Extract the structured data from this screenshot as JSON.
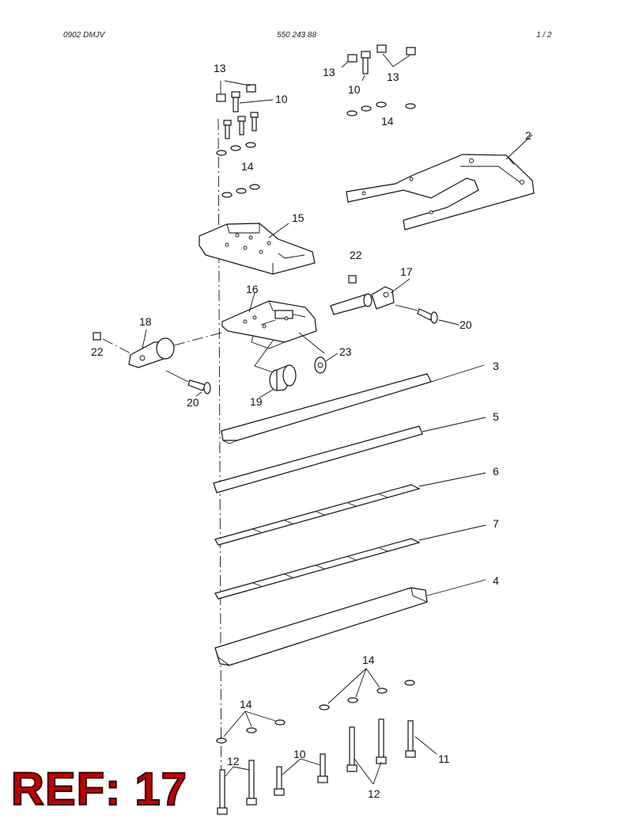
{
  "header": {
    "left": "0902 DMJV",
    "center": "550 243 88",
    "right": "1 /  2"
  },
  "ref_stamp": "REF: 17",
  "callouts": [
    {
      "id": "c13a",
      "text": "13"
    },
    {
      "id": "c10a",
      "text": "10"
    },
    {
      "id": "c14a",
      "text": "14"
    },
    {
      "id": "c13b",
      "text": "13"
    },
    {
      "id": "c10b",
      "text": "10"
    },
    {
      "id": "c13c",
      "text": "13"
    },
    {
      "id": "c14b",
      "text": "14"
    },
    {
      "id": "c2",
      "text": "2"
    },
    {
      "id": "c15",
      "text": "15"
    },
    {
      "id": "c22a",
      "text": "22"
    },
    {
      "id": "c17",
      "text": "17"
    },
    {
      "id": "c20a",
      "text": "20"
    },
    {
      "id": "c16",
      "text": "16"
    },
    {
      "id": "c18",
      "text": "18"
    },
    {
      "id": "c22b",
      "text": "22"
    },
    {
      "id": "c23",
      "text": "23"
    },
    {
      "id": "c19",
      "text": "19"
    },
    {
      "id": "c20b",
      "text": "20"
    },
    {
      "id": "c3",
      "text": "3"
    },
    {
      "id": "c5",
      "text": "5"
    },
    {
      "id": "c6",
      "text": "6"
    },
    {
      "id": "c7",
      "text": "7"
    },
    {
      "id": "c4",
      "text": "4"
    },
    {
      "id": "c14c",
      "text": "14"
    },
    {
      "id": "c14d",
      "text": "14"
    },
    {
      "id": "c12a",
      "text": "12"
    },
    {
      "id": "c10c",
      "text": "10"
    },
    {
      "id": "c11",
      "text": "11"
    },
    {
      "id": "c12b",
      "text": "12"
    }
  ]
}
